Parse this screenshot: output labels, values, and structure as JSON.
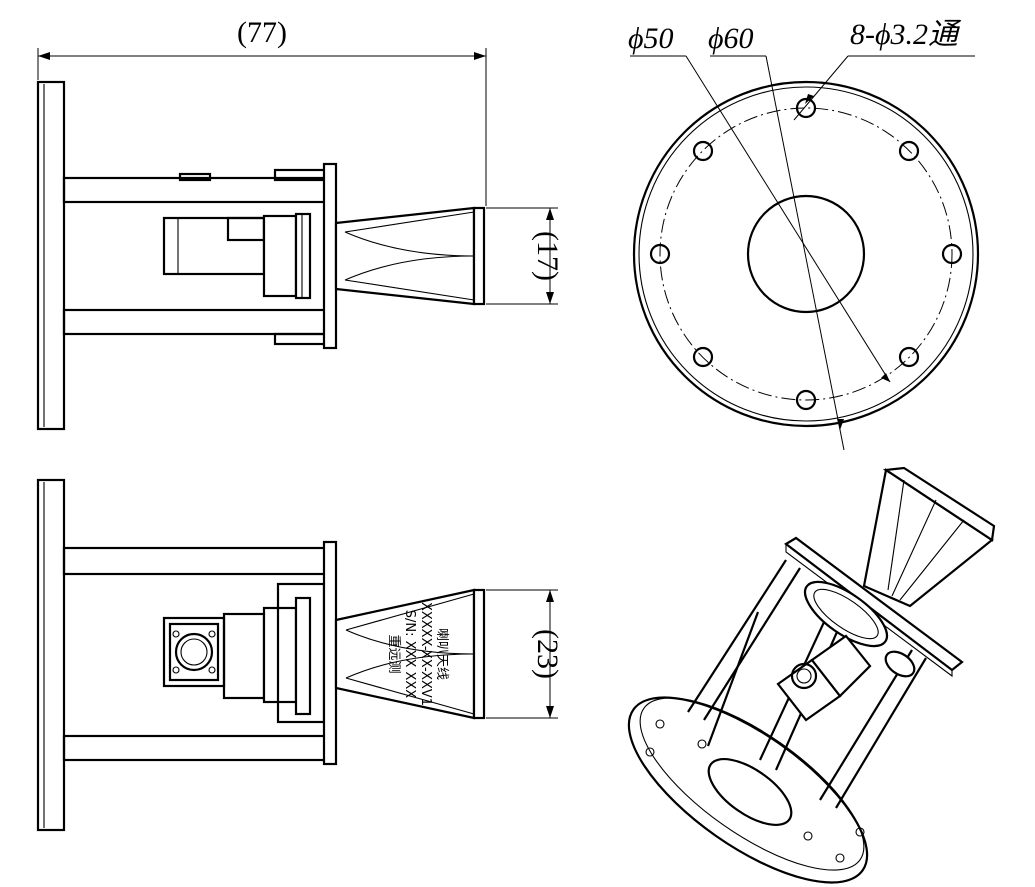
{
  "dimensions": {
    "overall_length": "(77)",
    "aperture_top": "(17)",
    "aperture_bottom": "(23)",
    "bolt_circle_inner": "ϕ50",
    "bolt_circle_outer": "ϕ60",
    "holes": "8-ϕ3.2通"
  },
  "nameplate": {
    "line1": "喇叭天线",
    "line2": "XXXXX-XX-XXV1",
    "line3": "S/N: XXX XXX",
    "line4": "重远测"
  },
  "colors": {
    "line": "#000000",
    "background": "#ffffff"
  }
}
